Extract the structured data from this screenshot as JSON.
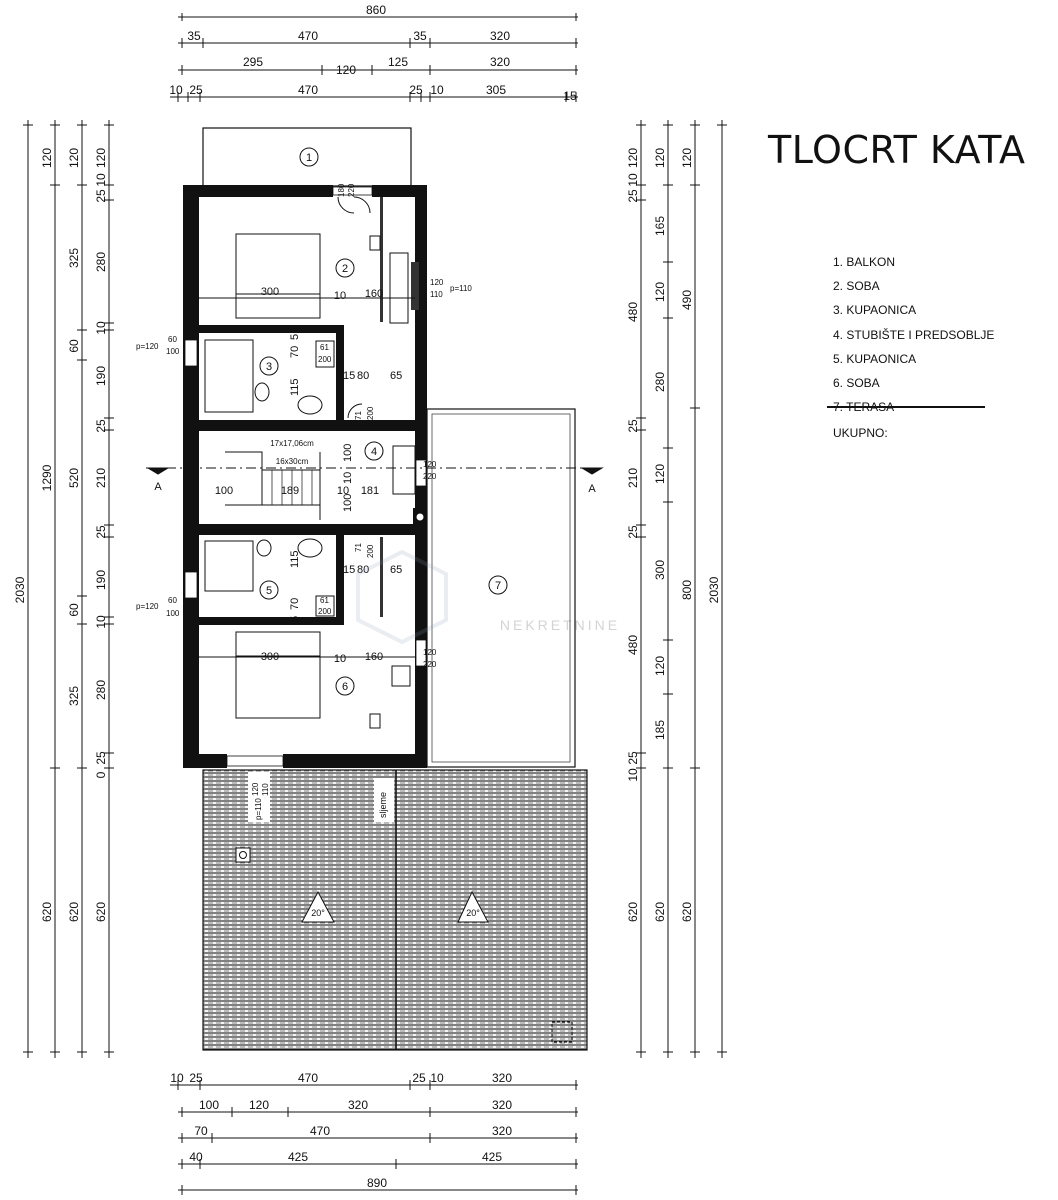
{
  "title": "TLOCRT KATA",
  "legend": [
    "1. BALKON",
    "2. SOBA",
    "3. KUPAONICA",
    "4. STUBIŠTE I PREDSOBLJE",
    "5. KUPAONICA",
    "6. SOBA",
    "7. TERASA"
  ],
  "legend_total": "UKUPNO:",
  "top_dims": {
    "row1": [
      "860"
    ],
    "row2": [
      "35",
      "470",
      "35",
      "320"
    ],
    "row3": [
      "295",
      "120",
      "125",
      "320"
    ],
    "row4": [
      "10",
      "25",
      "470",
      "25",
      "10",
      "305",
      "15"
    ]
  },
  "bottom_dims": {
    "row1": [
      "10",
      "25",
      "470",
      "25",
      "10",
      "320"
    ],
    "row2": [
      "100",
      "120",
      "320",
      "320"
    ],
    "row3": [
      "70",
      "470",
      "320"
    ],
    "row4": [
      "40",
      "425",
      "425"
    ],
    "row5": [
      "890"
    ]
  },
  "left_dims": {
    "col1": [
      "2030"
    ],
    "col2": [
      "120",
      "1290",
      "620"
    ],
    "col3": [
      "120",
      "325",
      "60",
      "520",
      "60",
      "325",
      "620"
    ],
    "col4": [
      "25",
      "10",
      "120",
      "280",
      "10",
      "190",
      "25",
      "210",
      "25",
      "190",
      "10",
      "280",
      "0",
      "25",
      "620"
    ]
  },
  "right_dims": {
    "col1": [
      "25",
      "10",
      "120",
      "480",
      "25",
      "210",
      "25",
      "480",
      "10",
      "25",
      "620"
    ],
    "col2": [
      "120",
      "165",
      "120",
      "280",
      "120",
      "300",
      "120",
      "185",
      "620"
    ],
    "col3": [
      "120",
      "490",
      "800",
      "620"
    ],
    "col4": [
      "2030"
    ]
  },
  "room_numbers": [
    "1",
    "2",
    "3",
    "4",
    "5",
    "6",
    "7"
  ],
  "interior_labels": {
    "r2_dims": [
      "300",
      "10",
      "160"
    ],
    "r6_dims": [
      "300",
      "10",
      "160"
    ],
    "stair_dims": [
      "100",
      "189",
      "10",
      "181"
    ],
    "stair_vert": [
      "100",
      "10",
      "100"
    ],
    "stair_note1": "17x17,06cm",
    "stair_note2": "16x30cm",
    "window_top_a": "120",
    "window_top_b": "110",
    "window_top_p": "p=110",
    "window_left_a": "p=120",
    "window_left_b": "60",
    "window_left_c": "100",
    "window_right_a": "120",
    "window_right_b": "220",
    "door_balcony_a": "180",
    "door_balcony_b": "220",
    "bath_dims": [
      "15",
      "80",
      "65"
    ],
    "bath_vert": [
      "70",
      "5",
      "115"
    ],
    "door_small_a": "61",
    "door_small_b": "200",
    "door_small_c": "71",
    "door_small_d": "200",
    "section_mark": "A",
    "roof_ridge": "sljeme",
    "roof_slope": "20°",
    "roof_window_a": "120",
    "roof_window_b": "110",
    "roof_window_p": "p=110"
  },
  "watermark_text": "NEKRETNINE"
}
